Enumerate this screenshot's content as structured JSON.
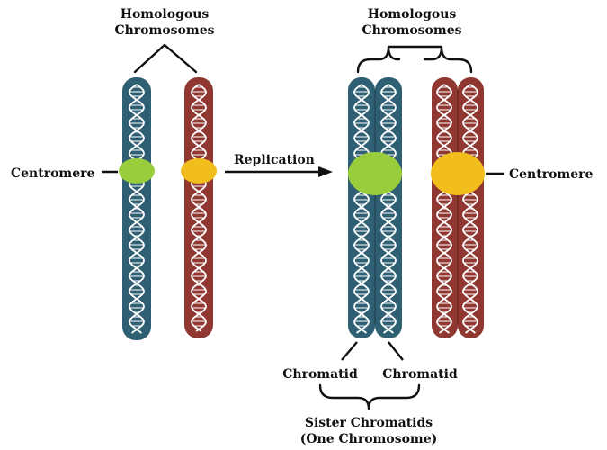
{
  "left_group": {
    "title_line1": "Homologous",
    "title_line2": "Chromosomes",
    "centromere_label": "Centromere"
  },
  "arrow": {
    "label": "Replication"
  },
  "right_group": {
    "title_line1": "Homologous",
    "title_line2": "Chromosomes",
    "centromere_label": "Centromere",
    "chromatid_left_label": "Chromatid",
    "chromatid_right_label": "Chromatid",
    "sister_label_line1": "Sister Chromatids",
    "sister_label_line2": "(One Chromosome)"
  },
  "colors": {
    "blue_chromosome": "#2f5f73",
    "red_chromosome": "#8f3730",
    "green_centromere": "#9acd3c",
    "yellow_centromere": "#f2be1c",
    "helix": "#ffffff",
    "text": "#111111"
  }
}
